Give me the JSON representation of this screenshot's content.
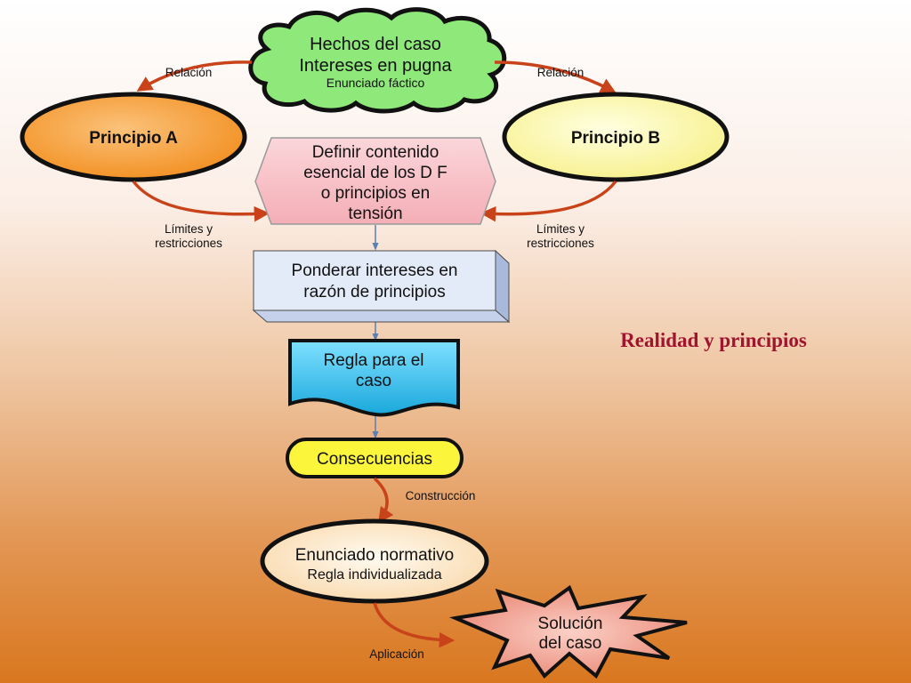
{
  "title": "Realidad y principios",
  "nodes": {
    "hechos": {
      "line1": "Hechos del caso",
      "line2": "Intereses en pugna",
      "line3": "Enunciado fáctico"
    },
    "principio_a": {
      "label": "Principio A"
    },
    "principio_b": {
      "label": "Principio B"
    },
    "definir": {
      "line1": "Definir contenido",
      "line2": "esencial de los D F",
      "line3": "o principios en",
      "line4": "tensión"
    },
    "ponderar": {
      "line1": "Ponderar intereses en",
      "line2": "razón de principios"
    },
    "regla": {
      "line1": "Regla para el",
      "line2": "caso"
    },
    "consecuencias": {
      "label": "Consecuencias"
    },
    "enunciado": {
      "line1": "Enunciado normativo",
      "line2": "Regla individualizada"
    },
    "solucion": {
      "line1": "Solución",
      "line2": "del caso"
    }
  },
  "edges": {
    "relacion_left": "Relación",
    "relacion_right": "Relación",
    "limites_left_1": "Límites y",
    "limites_left_2": "restricciones",
    "limites_right_1": "Límites y",
    "limites_right_2": "restricciones",
    "construccion": "Construcción",
    "aplicacion": "Aplicación"
  },
  "colors": {
    "cloud": "#8ee87a",
    "principio_a": "#f7a13e",
    "principio_b": "#fbf7a6",
    "definir": "#f9c7cd",
    "ponderar": "#e4ebf8",
    "regla": "#45c6ee",
    "consecuencias": "#fbf53c",
    "enunciado": "#fbe2bd",
    "solucion": "#ee9a8c",
    "arrow": "#c8431a"
  }
}
